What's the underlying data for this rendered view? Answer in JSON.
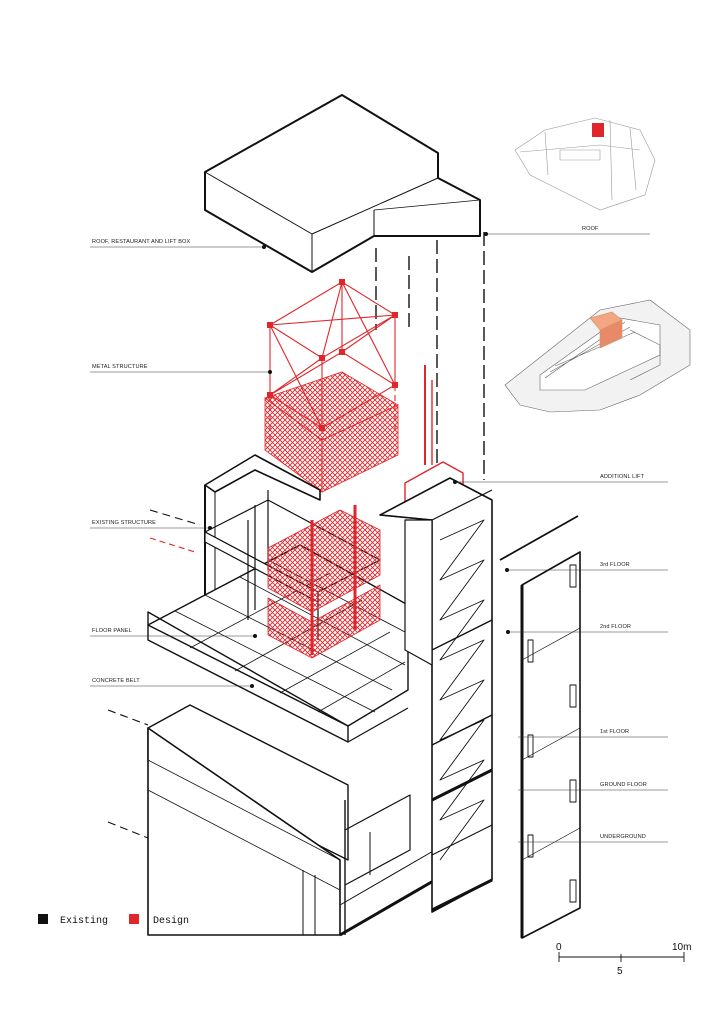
{
  "labels": {
    "roof_restaurant": "ROOF, RESTAURANT AND LIFT BOX",
    "roof": "ROOF",
    "metal_structure": "METAL STRUCTURE",
    "additional_lift": "ADDITIONL LIFT",
    "existing_structure": "EXISTING STRUCTURE",
    "third_floor": "3rd FLOOR",
    "floor_panel": "FLOOR PANEL",
    "second_floor": "2nd FLOOR",
    "concrete_belt": "CONCRETE BELT",
    "first_floor": "1st FLOOR",
    "ground_floor": "GROUND FLOOR",
    "underground": "UNDERGROUND"
  },
  "legend": {
    "existing": "Existing",
    "design": "Design"
  },
  "scale": {
    "start": "0",
    "mid": "5",
    "end": "10m"
  },
  "colors": {
    "existing": "#111111",
    "design": "#e0262b"
  }
}
